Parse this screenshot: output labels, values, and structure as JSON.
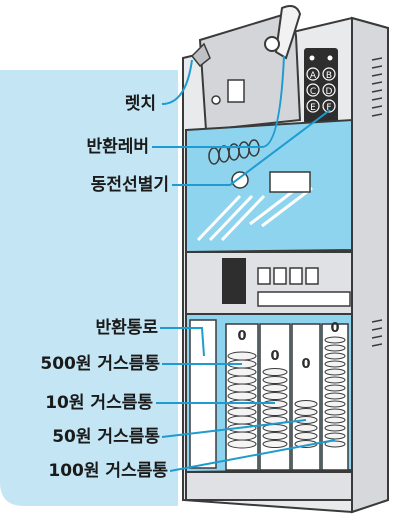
{
  "colors": {
    "panel_bg": "#c4e6f4",
    "leader_line": "#1e9bd1",
    "machine_body": "#e9eaec",
    "machine_dark": "#3a3a3a",
    "coin_fill": "#f4f4f4",
    "interior_blue": "#8fd4ee"
  },
  "labels": {
    "latch": "렛치",
    "return_lever": "반환레버",
    "coin_sorter": "동전선별기",
    "return_chute": "반환통로",
    "tube_500": "500원 거스름통",
    "tube_10": "10원 거스름통",
    "tube_50": "50원 거스름통",
    "tube_100": "100원 거스름통"
  },
  "keypad": {
    "keys": [
      "A",
      "B",
      "C",
      "D",
      "E",
      "F"
    ]
  },
  "tube_markers": [
    "0",
    "0",
    "0",
    "0"
  ]
}
